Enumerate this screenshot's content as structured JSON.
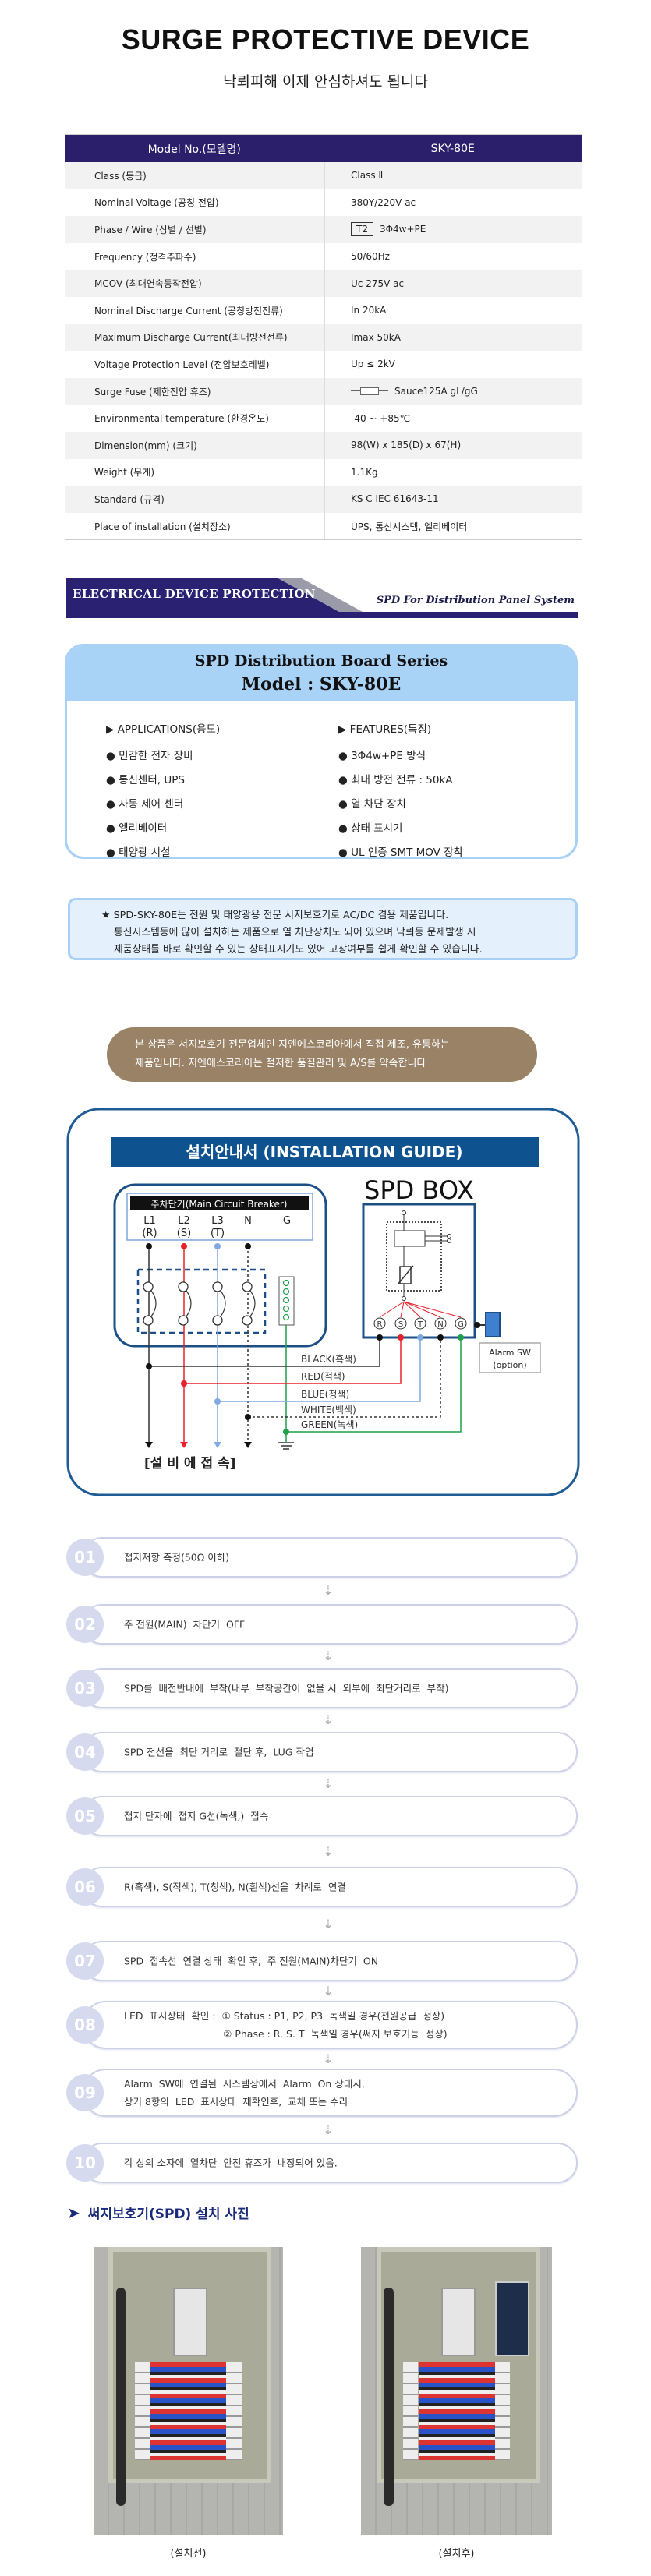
{
  "header": {
    "title": "SURGE PROTECTIVE DEVICE",
    "subtitle": "낙뢰피해 이제 안심하셔도 됩니다"
  },
  "spec_table": {
    "columns": [
      "Model No.(모델명)",
      "SKY-80E"
    ],
    "rows": [
      {
        "label": "Class (등급)",
        "value": "Class Ⅱ"
      },
      {
        "label": "Nominal Voltage (공칭 전압)",
        "value": "380Y/220V ac"
      },
      {
        "label": "Phase / Wire (상별 / 선별)",
        "badge": "T2",
        "value": "3Φ4w+PE"
      },
      {
        "label": "Frequency (정격주파수)",
        "value": "50/60Hz"
      },
      {
        "label": "MCOV (최대연속동작전압)",
        "value": "Uc 275V ac"
      },
      {
        "label": "Nominal Discharge Current (공칭방전전류)",
        "value": "In 20kA"
      },
      {
        "label": "Maximum Discharge Current(최대방전전류)",
        "value": "Imax 50kA"
      },
      {
        "label": "Voltage Protection Level (전압보호레벨)",
        "value": "Up ≤ 2kV"
      },
      {
        "label": "Surge Fuse  (제한전압 휴즈)",
        "icon": "fuse-icon",
        "value": "Sauce125A gL/gG"
      },
      {
        "label": "Environmental temperature (환경온도)",
        "value": "-40 ~ +85℃"
      },
      {
        "label": "Dimension(mm) (크기)",
        "value": "98(W) x 185(D) x 67(H)"
      },
      {
        "label": "Weight (무게)",
        "value": "1.1Kg"
      },
      {
        "label": "Standard (규격)",
        "value": "KS C IEC 61643-11"
      },
      {
        "label": "Place of installation (설치장소)",
        "value": "UPS, 통신시스템, 엘리베이터"
      }
    ]
  },
  "banner": {
    "left": "ELECTRICAL DEVICE PROTECTION",
    "right": "SPD For Distribution Panel System"
  },
  "series": {
    "title": "SPD Distribution Board Series",
    "model": "Model : SKY-80E",
    "applications": {
      "heading": "▶ APPLICATIONS(용도)",
      "items": [
        "● 민감한 전자 장비",
        "● 통신센터, UPS",
        "● 자동 제어 센터",
        "● 엘리베이터",
        "● 태양광 시설"
      ]
    },
    "features": {
      "heading": "▶ FEATURES(특징)",
      "items": [
        "● 3Φ4w+PE 방식",
        "● 최대 방전 전류 : 50kA",
        "● 열 차단 장치",
        "● 상태 표시기",
        "● UL 인증 SMT MOV 장착"
      ]
    }
  },
  "note": {
    "lines": [
      "★ SPD-SKY-80E는 전원 및 태양광용 전문 서지보호기로 AC/DC 겸용 제품입니다.",
      "통신시스템등에 많이 설치하는 제품으로 열 차단장치도 되어 있으며 낙뢰등 문제발생 시",
      "제품상태를 바로 확인할 수 있는 상태표시기도 있어 고장여부를 쉽게 확인할 수 있습니다."
    ]
  },
  "brand_note": {
    "lines": [
      "본 상품은 서지보호기 전문업체인 지엔에스코리아에서 직접 제조, 유통하는",
      "제품입니다.  지엔에스코리아는 철저한 품질관리 및 A/S를 약속합니다"
    ]
  },
  "guide": {
    "title": "설치안내서 (INSTALLATION GUIDE)",
    "breaker_label": "주차단기(Main Circuit Breaker)",
    "terminals": [
      {
        "name": "L1",
        "phase": "(R)"
      },
      {
        "name": "L2",
        "phase": "(S)"
      },
      {
        "name": "L3",
        "phase": "(T)"
      },
      {
        "name": "N",
        "phase": ""
      },
      {
        "name": "G",
        "phase": ""
      }
    ],
    "spd_box": "SPD BOX",
    "spd_terminals": [
      "R",
      "S",
      "T",
      "N",
      "G"
    ],
    "alarm": [
      "Alarm SW",
      "(option)"
    ],
    "wires": [
      {
        "label": "BLACK(흑색)",
        "color": "#333333"
      },
      {
        "label": "RED(적색)",
        "color": "#e8202a"
      },
      {
        "label": "BLUE(청색)",
        "color": "#7fa9e0"
      },
      {
        "label": "WHITE(백색)",
        "color": "#333333"
      },
      {
        "label": "GREEN(녹색)",
        "color": "#1fa04a"
      }
    ],
    "bottom_label": "[설 비 에   접 속]"
  },
  "steps": [
    {
      "num": "01",
      "text": "접지저항 측정(50Ω 이하)"
    },
    {
      "num": "02",
      "text": "주 전원(MAIN)  차단기  OFF"
    },
    {
      "num": "03",
      "text": "SPD를  배전반내에  부착(내부  부착공간이  없을 시  외부에  최단거리로  부착)"
    },
    {
      "num": "04",
      "text": "SPD 전선을  최단 거리로  절단 후,  LUG 작업"
    },
    {
      "num": "05",
      "text": "접지 단자에  접지 G선(녹색,)  접속"
    },
    {
      "num": "06",
      "text": "R(흑색), S(적색), T(청색), N(흰색)선을  차례로  연결"
    },
    {
      "num": "07",
      "text": "SPD  접속선  연결 상태  확인 후,  주 전원(MAIN)차단기  ON"
    },
    {
      "num": "08",
      "text": "LED  표시상태  확인 :  ① Status : P1, P2, P3  녹색일 경우(전원공급  정상)\n                                ② Phase : R. S. T  녹색일 경우(써지 보호기능  정상)"
    },
    {
      "num": "09",
      "text": "Alarm  SW에  연결된  시스템상에서  Alarm  On 상태시,\n상기 8항의  LED  표시상태  재확인후,  교체 또는 수리"
    },
    {
      "num": "10",
      "text": "각 상의 소자에  열차단  안전 휴즈가  내장되어 있음."
    }
  ],
  "photos": {
    "heading": "써지보호기(SPD) 설치 사진",
    "before": "(설치전)",
    "after": "(설치후)"
  }
}
